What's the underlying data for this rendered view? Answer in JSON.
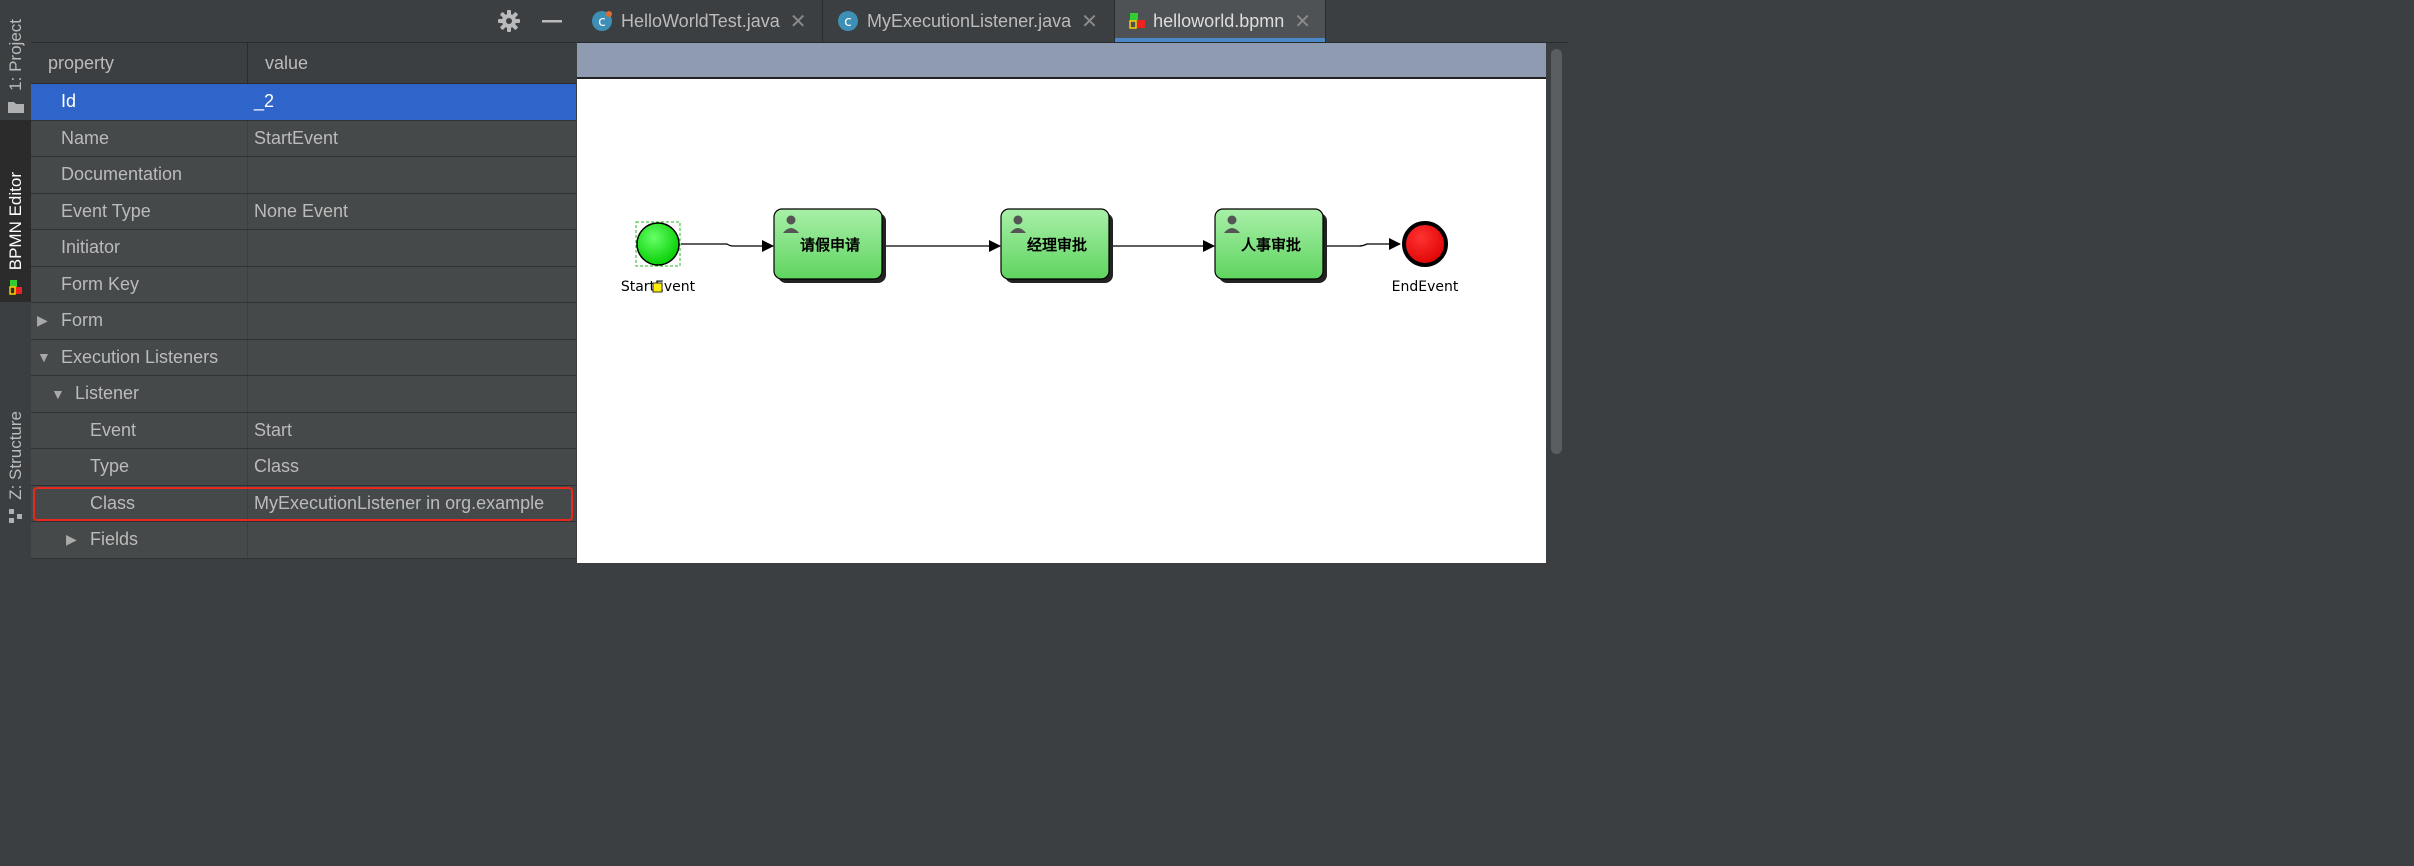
{
  "side_tabs": [
    {
      "label": "1: Project",
      "icon": "folder-icon"
    },
    {
      "label": "BPMN Editor",
      "icon": "bpmn-icon"
    },
    {
      "label": "Z: Structure",
      "icon": "structure-icon"
    }
  ],
  "properties": {
    "header": {
      "property": "property",
      "value": "value"
    },
    "rows": [
      {
        "name": "Id",
        "value": "_2",
        "selected": true
      },
      {
        "name": "Name",
        "value": "StartEvent"
      },
      {
        "name": "Documentation",
        "value": ""
      },
      {
        "name": "Event Type",
        "value": "None Event"
      },
      {
        "name": "Initiator",
        "value": ""
      },
      {
        "name": "Form Key",
        "value": ""
      },
      {
        "name": "Form",
        "value": "",
        "expander": "collapsed"
      },
      {
        "name": "Execution Listeners",
        "value": "",
        "expander": "expanded"
      },
      {
        "name": "Listener",
        "value": "",
        "expander": "expanded"
      },
      {
        "name": "Event",
        "value": "Start"
      },
      {
        "name": "Type",
        "value": "Class"
      },
      {
        "name": "Class",
        "value": "MyExecutionListener in org.example",
        "highlighted": true
      },
      {
        "name": "Fields",
        "value": "",
        "expander": "collapsed"
      }
    ]
  },
  "editor_tabs": [
    {
      "label": "HelloWorldTest.java",
      "icon": "java-class-icon",
      "active": false
    },
    {
      "label": "MyExecutionListener.java",
      "icon": "java-class-icon",
      "active": false
    },
    {
      "label": "helloworld.bpmn",
      "icon": "bpmn-file-icon",
      "active": true
    }
  ],
  "diagram": {
    "start_event": "StartEvent",
    "tasks": [
      "请假申请",
      "经理审批",
      "人事审批"
    ],
    "end_event": "EndEvent"
  },
  "colors": {
    "selection": "#2f65ca",
    "highlight": "#e8281f",
    "task_fill": "#7ee07e",
    "start_fill": "#22dd22",
    "end_fill": "#ee0000"
  }
}
